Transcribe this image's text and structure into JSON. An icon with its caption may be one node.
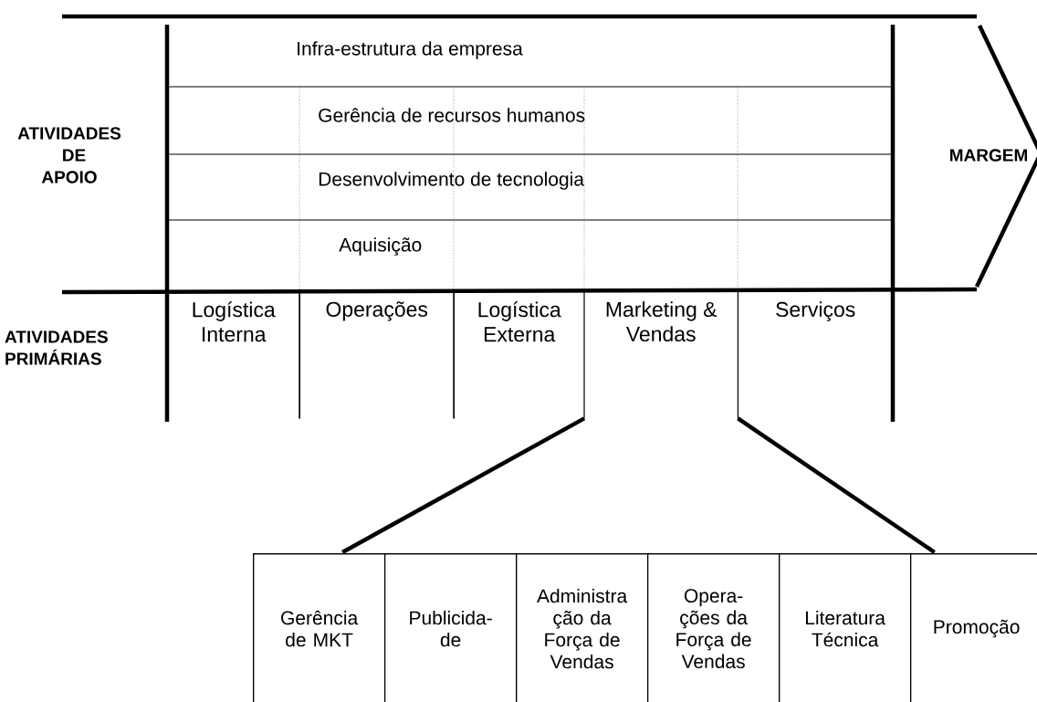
{
  "diagram": {
    "nodes": [
      {
        "text": [
          "Infra-estrutura da empresa"
        ]
      },
      {
        "text": [
          "Gerência de recursos humanos"
        ]
      },
      {
        "text": [
          "Desenvolvimento de tecnologia"
        ]
      },
      {
        "text": [
          "Aquisição"
        ]
      },
      {
        "text": [
          "Logística Interna"
        ]
      },
      {
        "text": [
          "Operações"
        ]
      },
      {
        "text": [
          "Logística Externa"
        ]
      },
      {
        "text": [
          "Marketing & Vendas"
        ]
      },
      {
        "text": [
          "Serviços"
        ]
      },
      {
        "text": [],
        "shape": "box"
      },
      {
        "text": [
          "Gerência de MKT"
        ],
        "in": 9
      },
      {
        "text": [
          "Publicida- de"
        ],
        "in": 9
      },
      {
        "text": [
          "Administra ção da Força de Vendas"
        ],
        "in": 9
      },
      {
        "text": [
          "Opera- ções da Força de Vendas"
        ],
        "in": 9
      },
      {
        "text": [
          "Literatura Técnica"
        ],
        "in": 9
      },
      {
        "text": [
          "Promoção"
        ],
        "in": 9
      }
    ],
    "edges": [
      {
        "from": 7,
        "to": 9,
        "arrow": "none"
      },
      {
        "from": 7,
        "to": 9,
        "arrow": "none"
      }
    ],
    "labels": [
      "ATIVIDADES DE APOIO",
      "MARGEM",
      "ATIVIDADES PRIMÁRIAS"
    ]
  }
}
